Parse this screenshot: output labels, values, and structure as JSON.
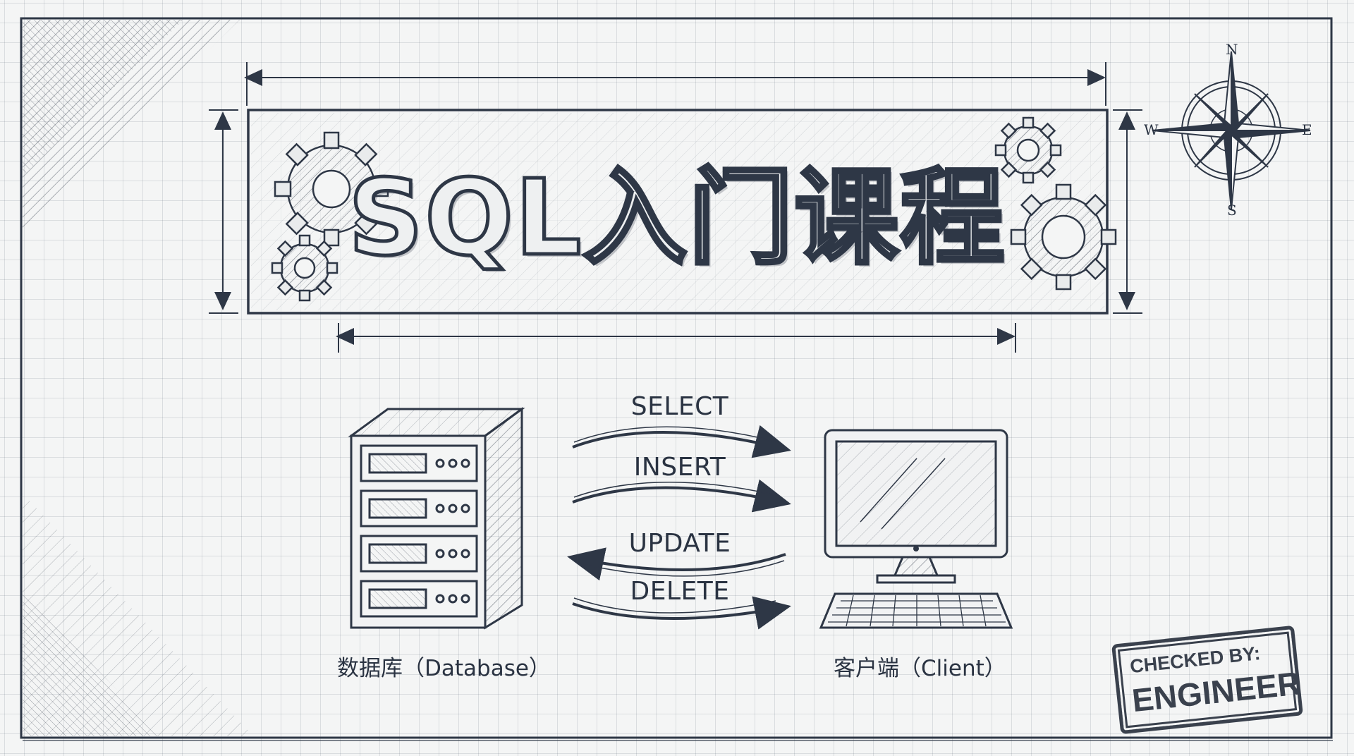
{
  "title": "SQL入门课程",
  "operations": [
    {
      "label": "SELECT",
      "direction": "right"
    },
    {
      "label": "INSERT",
      "direction": "right"
    },
    {
      "label": "UPDATE",
      "direction": "left"
    },
    {
      "label": "DELETE",
      "direction": "right"
    }
  ],
  "database_caption": "数据库（Database）",
  "client_caption": "客户端（Client）",
  "stamp": {
    "line1": "CHECKED BY:",
    "line2": "ENGINEER"
  },
  "compass": {
    "n": "N",
    "s": "S",
    "e": "E",
    "w": "W"
  },
  "colors": {
    "ink": "#2e3746",
    "paper": "#f4f5f5",
    "grid": "#c6cbd1"
  }
}
